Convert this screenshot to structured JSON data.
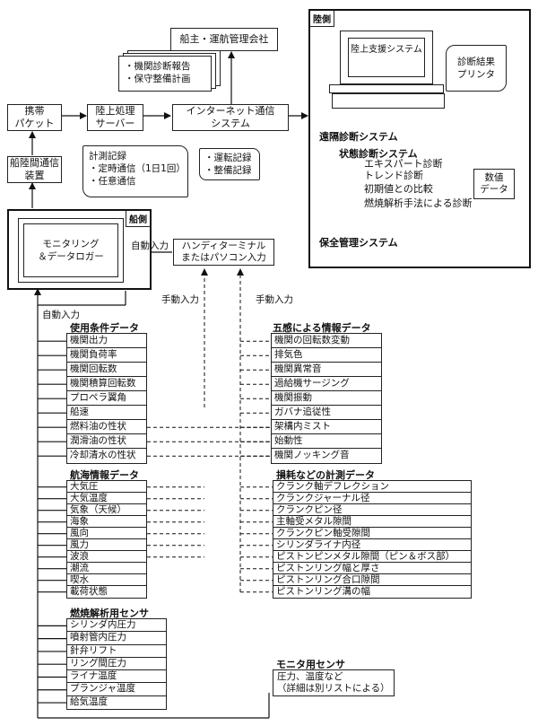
{
  "owner_company": "船主・運航管理会社",
  "reports": [
    "・機関診断報告",
    "・保守整備計画"
  ],
  "portable_packet": [
    "携帯",
    "パケット"
  ],
  "land_server": [
    "陸上処理",
    "サーバー"
  ],
  "internet": [
    "インターネット通信",
    "システム"
  ],
  "ship_shore_device": [
    "船陸間通信",
    "装置"
  ],
  "measure_records": [
    "計測記録",
    "・定時通信（1日1回）",
    "・任意通信"
  ],
  "op_records": [
    "・運転記録",
    "・整備記録"
  ],
  "shore": {
    "label": "陸側",
    "support_system": "陸上支援システム",
    "printer": [
      "診断結果",
      "プリンタ"
    ],
    "remote_system": "遠隔診断システム",
    "condition_system": "状態診断システム",
    "methods": [
      "エキスパート診断",
      "トレンド診断",
      "初期値との比較",
      "燃焼解析手法による診断"
    ],
    "numeric_data": [
      "数値",
      "データ"
    ],
    "maintenance_system": "保全管理システム"
  },
  "ship": {
    "label": "船側",
    "logger": [
      "モニタリング",
      "＆データロガー"
    ],
    "auto_input": "自動入力",
    "terminal": [
      "ハンディターミナル",
      "またはパソコン入力"
    ]
  },
  "manual_input_1": "手動入力",
  "manual_input_2": "手動入力",
  "auto_input_left": "自動入力",
  "usage": {
    "title": "使用条件データ",
    "items": [
      "機関出力",
      "機関負荷率",
      "機関回転数",
      "機関積算回転数",
      "プロペラ翼角",
      "船速",
      "燃料油の性状",
      "潤滑油の性状",
      "冷却清水の性状"
    ]
  },
  "senses": {
    "title": "五感による情報データ",
    "items": [
      "機関の回転数変動",
      "排気色",
      "機関異常音",
      "過給機サージング",
      "機関振動",
      "ガバナ追従性",
      "架構内ミスト",
      "始動性",
      "機関ノッキング音"
    ]
  },
  "voyage": {
    "title": "航海情報データ",
    "items": [
      "大気圧",
      "大気温度",
      "気象（天候）",
      "海象",
      "風向",
      "風力",
      "波浪",
      "潮流",
      "喫水",
      "載荷状態"
    ]
  },
  "wear": {
    "title": "損耗などの計測データ",
    "items": [
      "クランク軸デフレクション",
      "クランクジャーナル径",
      "クランクピン径",
      "主軸受メタル隙間",
      "クランクピン軸受隙間",
      "シリンダライナ内径",
      "ピストンピンメタル隙間（ピン＆ボス部）",
      "ピストンリング幅と厚さ",
      "ピストンリング合口隙間",
      "ピストンリング溝の幅"
    ]
  },
  "combustion": {
    "title": "燃焼解析用センサ",
    "items": [
      "シリンダ内圧力",
      "噴射管内圧力",
      "針弁リフト",
      "リング間圧力",
      "ライナ温度",
      "プランジャ温度",
      "給気温度"
    ]
  },
  "monitor": {
    "title": "モニタ用センサ",
    "items": [
      "圧力、温度など",
      "（詳細は別リストによる）"
    ]
  }
}
